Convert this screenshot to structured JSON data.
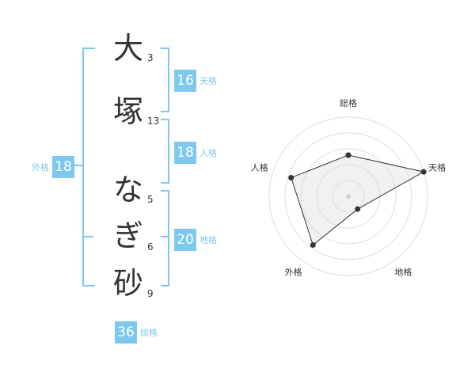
{
  "name_chars": [
    {
      "char": "大",
      "strokes": "3"
    },
    {
      "char": "塚",
      "strokes": "13"
    },
    {
      "char": "な",
      "strokes": "5"
    },
    {
      "char": "ぎ",
      "strokes": "6"
    },
    {
      "char": "砂",
      "strokes": "9"
    }
  ],
  "grids": {
    "tenkaku": {
      "value": "16",
      "label": "天格"
    },
    "jinkaku": {
      "value": "18",
      "label": "人格"
    },
    "chikaku": {
      "value": "20",
      "label": "地格"
    },
    "gaikaku": {
      "value": "18",
      "label": "外格"
    },
    "soukaku": {
      "value": "36",
      "label": "総格"
    }
  },
  "colors": {
    "accent": "#7ec8f0",
    "text": "#333333"
  },
  "chart_data": {
    "type": "radar",
    "axes": [
      "総格",
      "天格",
      "地格",
      "外格",
      "人格"
    ],
    "values": [
      2.6,
      5.0,
      1.0,
      3.8,
      3.8
    ],
    "range": [
      0,
      5
    ],
    "rings": 5
  }
}
